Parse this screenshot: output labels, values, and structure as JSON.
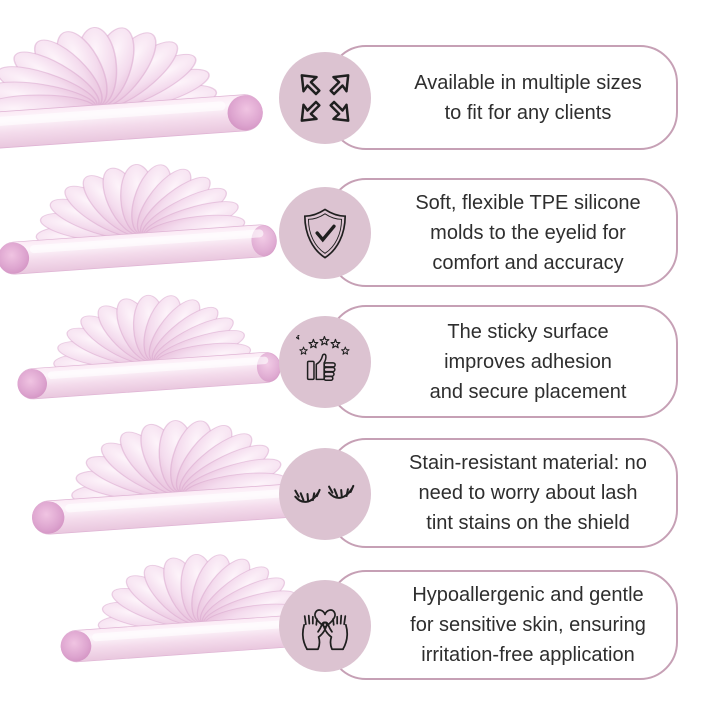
{
  "colors": {
    "accent_border": "#c6a0b5",
    "circle_fill": "#dcc3d1",
    "icon_stroke": "#1f1f1f",
    "text_color": "#2e2e2e",
    "page_bg": "#ffffff",
    "shield_pink_light": "#fdf4fa",
    "shield_pink_mid": "#f4dcee",
    "shield_pink_deep": "#e6bcd9",
    "shield_tip": "#cd8abc"
  },
  "illustration": {
    "name": "lash-lift-silicone-shield-photos",
    "count": 5
  },
  "features": [
    {
      "icon": "expand-arrows-icon",
      "lines": [
        "Available in multiple sizes",
        "to fit for any clients"
      ]
    },
    {
      "icon": "shield-check-icon",
      "lines": [
        "Soft, flexible TPE silicone",
        "molds to the eyelid for",
        "comfort and accuracy"
      ]
    },
    {
      "icon": "thumbs-up-stars-icon",
      "lines": [
        "The sticky surface",
        "improves adhesion",
        "and secure placement"
      ]
    },
    {
      "icon": "closed-eyes-icon",
      "lines": [
        "Stain-resistant material: no",
        "need to worry about lash",
        "tint stains on the shield"
      ]
    },
    {
      "icon": "hands-heart-icon",
      "lines": [
        "Hypoallergenic and gentle",
        "for sensitive skin, ensuring",
        "irritation-free application"
      ]
    }
  ]
}
